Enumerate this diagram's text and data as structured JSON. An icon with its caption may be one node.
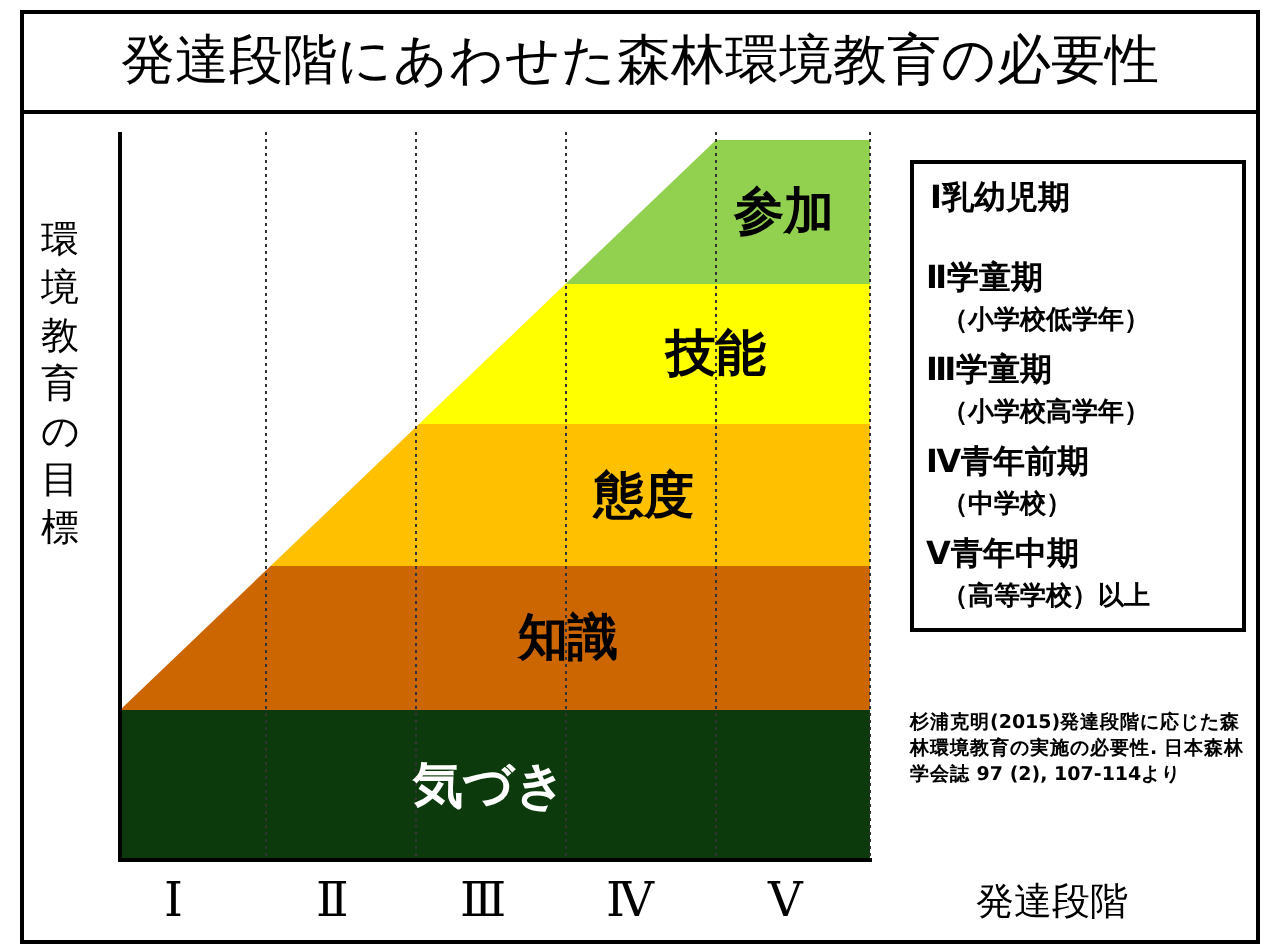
{
  "diagram": {
    "title": "発達段階にあわせた森林環境教育の必要性",
    "nodes": [
      {
        "text": [
          "参加"
        ]
      },
      {
        "text": [
          "技能"
        ]
      },
      {
        "text": [
          "態度"
        ]
      },
      {
        "text": [
          "知識"
        ]
      },
      {
        "text": [
          "気づき"
        ]
      },
      {
        "text": [
          "Ⅰ乳幼児期",
          "Ⅱ学童期",
          "（小学校低学年）",
          "Ⅲ学童期",
          "（小学校高学年）",
          "Ⅳ青年前期",
          "（中学校）",
          "Ⅴ青年中期",
          "（高等学校）以上"
        ]
      }
    ],
    "edges": [],
    "labels": [
      "環境教育の目標",
      "Ⅰ",
      "Ⅱ",
      "Ⅲ",
      "Ⅳ",
      "Ⅴ",
      "発達段階",
      "杉浦克明(2015)発達段階に応じた森林環境教育の実施の必要性. 日本森林学会誌 97 (2), 107-114より"
    ]
  }
}
